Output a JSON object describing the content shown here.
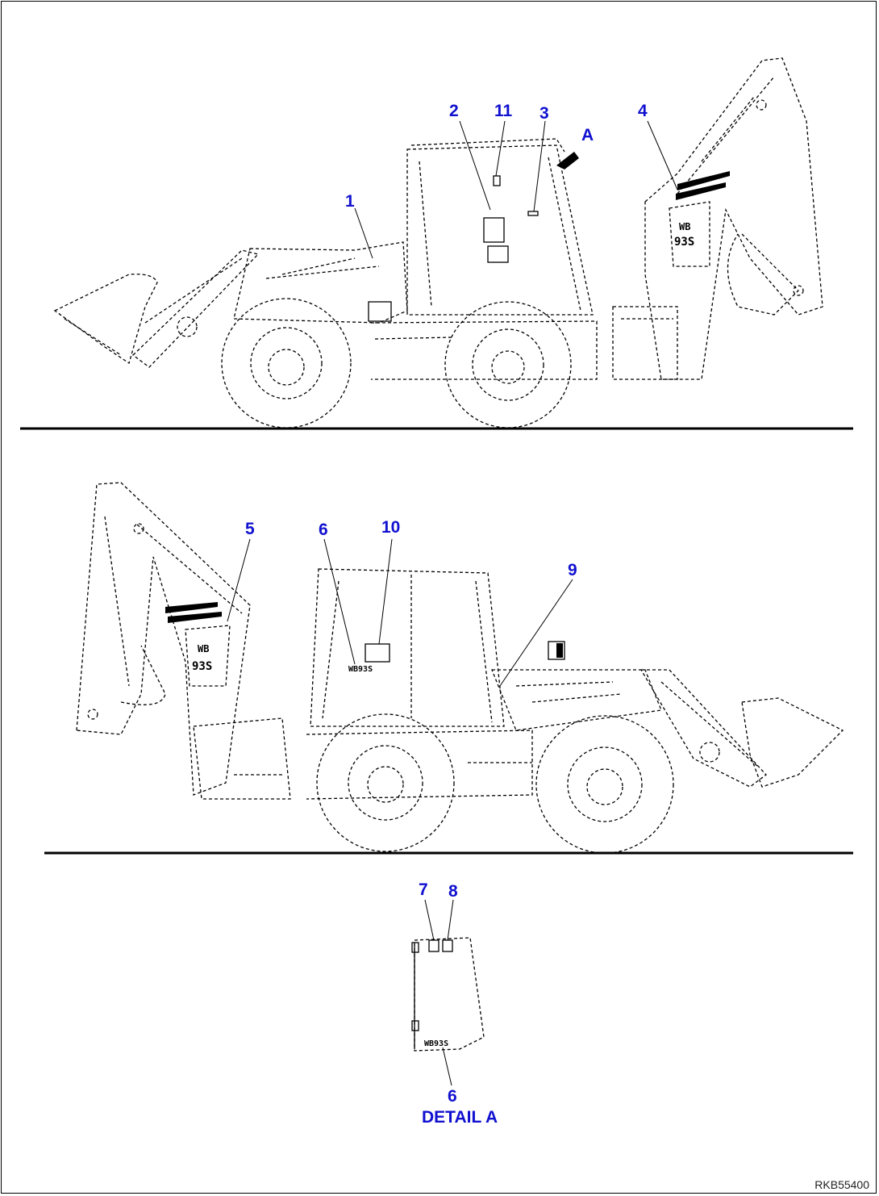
{
  "callouts": {
    "c1": "1",
    "c2": "2",
    "c11": "11",
    "c3": "3",
    "cA": "A",
    "c4": "4",
    "c5": "5",
    "c6": "6",
    "c10": "10",
    "c9": "9",
    "c7": "7",
    "c8": "8",
    "c6b": "6",
    "detail": "DETAIL A"
  },
  "decals": {
    "boom_top_line1": "WB",
    "boom_top_line2": "93S",
    "boom_bottom_line1": "WB",
    "boom_bottom_line2": "93S",
    "hood_bottom": "WB93S",
    "door_detail": "WB93S"
  },
  "drawing_code": "RKB55400",
  "colors": {
    "callout": "#1010d0",
    "line": "#000000"
  }
}
